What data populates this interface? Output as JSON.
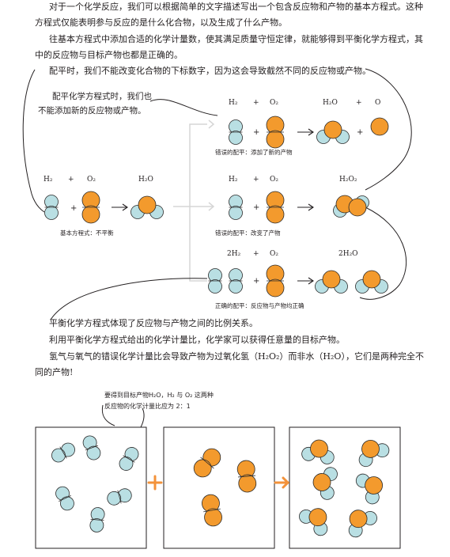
{
  "paragraphs": {
    "p1_l1": "对于一个化学反应，我们可以根据简单的文字描述写出一个包含反应物和产物的基本方程式。这种",
    "p1_l2": "方程式仅能表明参与反应的是什么化合物，以及生成了什么产物。",
    "p2_l1": "往基本方程式中添加合适的化学计量数，使其满足质量守恒定律，就能够得到平衡化学方程式，其",
    "p2_l2": "中的反应物与目标产物也都是正确的。",
    "p3_l1": "配平时，我们不能改变化合物的下标数字，因为这会导致截然不同的反应物或产物。",
    "p4_l1": "平衡化学方程式体现了反应物与产物之间的比例关系。",
    "p5_l1": "利用平衡化学方程式给出的化学计量比，化学家可以获得任意量的目标产物。",
    "p6_l1": "氢气与氧气的错误化学计量比会导致产物为过氧化氢（H₂O₂）而非水（H₂O），它们是两种完全不",
    "p6_l2": "同的产物!"
  },
  "callout_left": {
    "line1": "配平化学方程式时，我们也",
    "line2": "不能添加新的反应物或产物。"
  },
  "reactions": {
    "basic": {
      "r1": "H₂",
      "plus": "+",
      "r2": "O₂",
      "p1": "H₂O",
      "caption": "基本方程式：不平衡"
    },
    "wrong_add": {
      "r1": "H₂",
      "plus": "+",
      "r2": "O₂",
      "p1": "H₂O",
      "plus2": "+",
      "p2": "O",
      "caption": "错误的配平：添加了新的产物"
    },
    "wrong_change": {
      "r1": "H₂",
      "plus": "+",
      "r2": "O₂",
      "p1": "H₂O₂",
      "caption": "错误的配平：改变了产物"
    },
    "correct": {
      "r1": "2H₂",
      "plus": "+",
      "r2": "O₂",
      "p1": "2H₂O",
      "caption": "正确的配平：反应物与产物均正确"
    }
  },
  "bottom_note": {
    "line1": "要得到目标产物H₂O，H₂ 与 O₂ 这两种",
    "line2": "反应物的化学计量比应为 2：1"
  },
  "colors": {
    "hydrogen": "#b9dfe3",
    "oxygen": "#f39a2d",
    "outline": "#2b2b2b",
    "arrow_orange": "#f3923a",
    "bracket_gray": "#d6d6d6"
  },
  "icons": {
    "reaction_arrow": "long-right-arrow",
    "box_plus": "orange-plus",
    "box_arrow": "orange-right-arrow"
  }
}
